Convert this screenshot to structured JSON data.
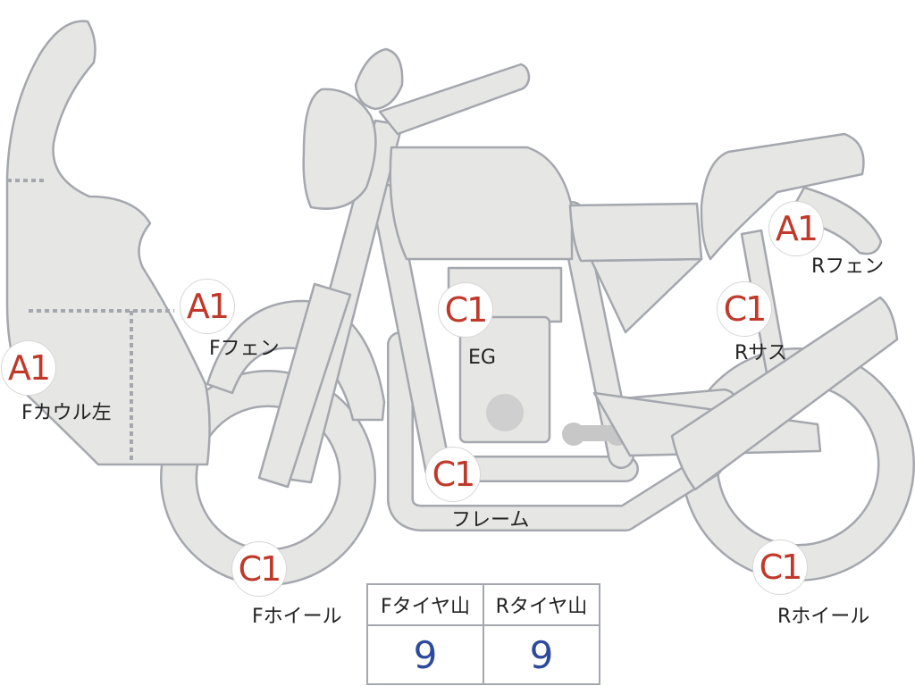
{
  "colors": {
    "badge_text": "#c0392b",
    "tire_value": "#2e4a9e",
    "part_fill": "#e6e6e4",
    "part_stroke": "#a4a7ad"
  },
  "markers": [
    {
      "id": "f-cowl-left",
      "code": "A1",
      "label": "Fカウル左"
    },
    {
      "id": "f-fender",
      "code": "A1",
      "label": "Fフェン"
    },
    {
      "id": "engine",
      "code": "C1",
      "label": "EG"
    },
    {
      "id": "frame",
      "code": "C1",
      "label": "フレーム"
    },
    {
      "id": "f-wheel",
      "code": "C1",
      "label": "Fホイール"
    },
    {
      "id": "r-fender",
      "code": "A1",
      "label": "Rフェン"
    },
    {
      "id": "r-suspension",
      "code": "C1",
      "label": "Rサス"
    },
    {
      "id": "r-wheel",
      "code": "C1",
      "label": "Rホイール"
    }
  ],
  "tire_table": {
    "headers": [
      "Fタイヤ山",
      "Rタイヤ山"
    ],
    "values": [
      "9",
      "9"
    ]
  }
}
